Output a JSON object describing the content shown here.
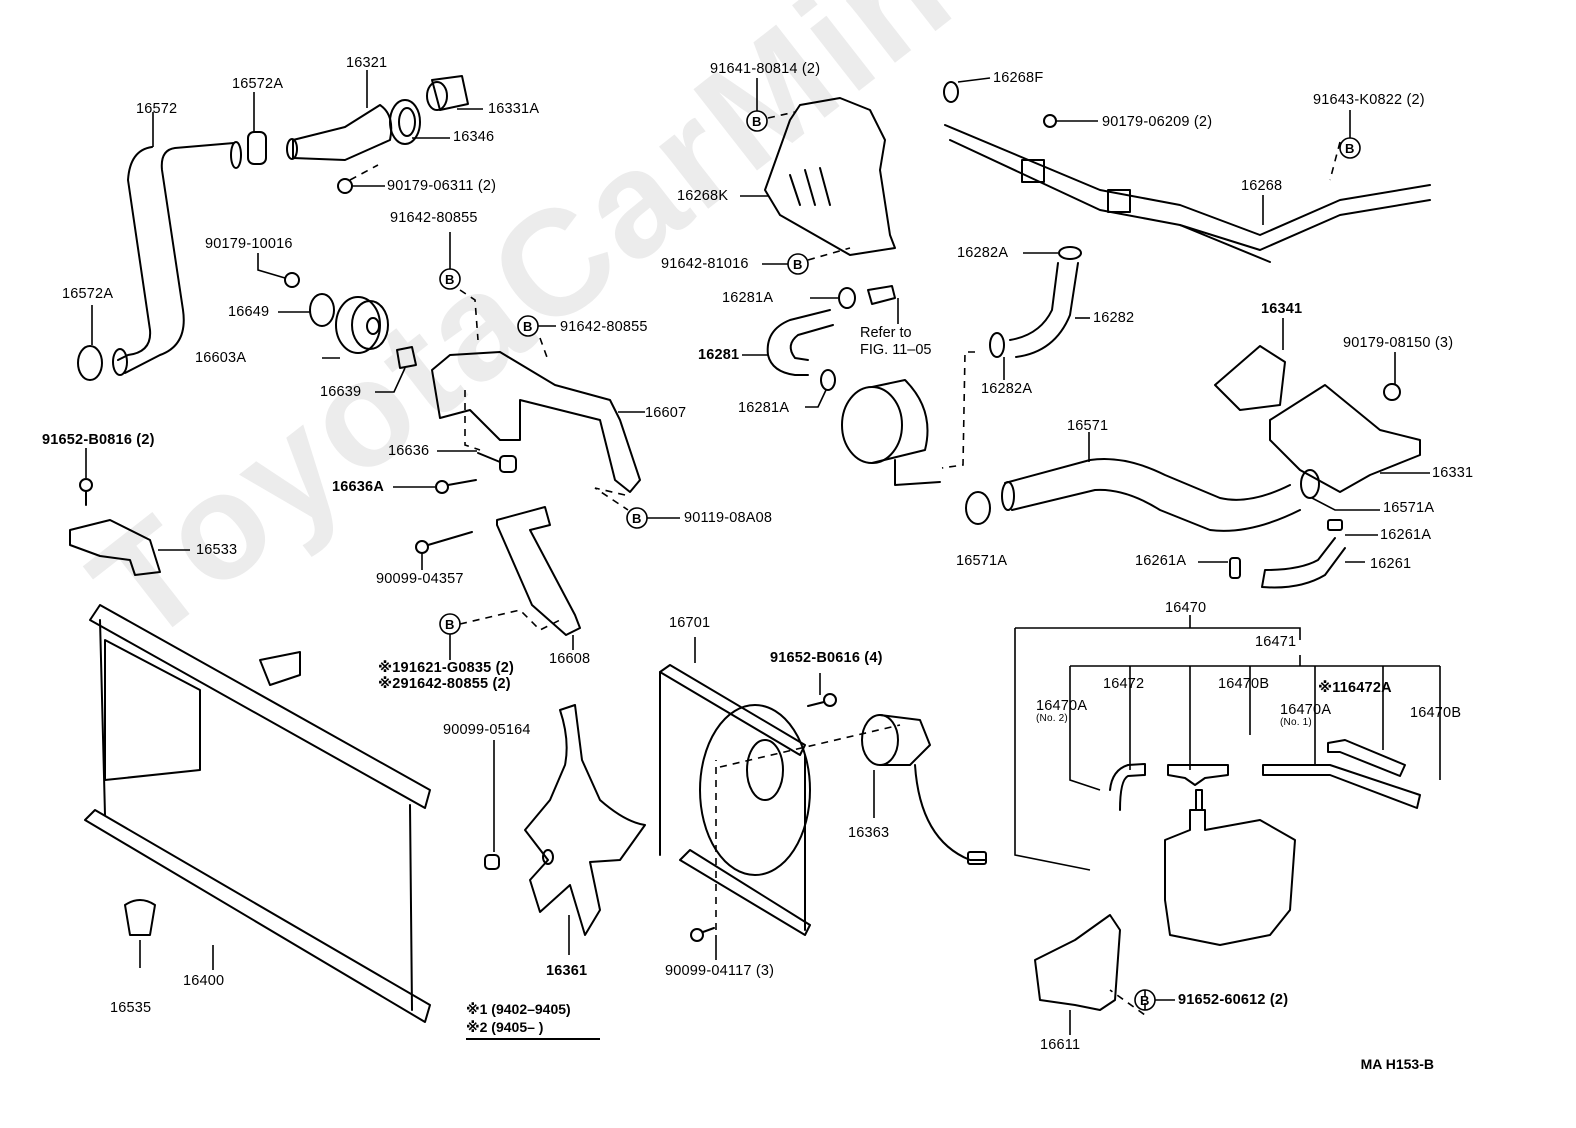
{
  "watermark": "ToyotaCarMine.ru",
  "diagram_code": "MA H153-B",
  "fastener_marker": "B",
  "reference_note": {
    "line1": "Refer to",
    "line2": "FIG. 11–05"
  },
  "legend": [
    {
      "mark": "※1",
      "range": "(9402–9405)"
    },
    {
      "mark": "※2",
      "range": "(9405–        )"
    }
  ],
  "parts": {
    "hose_16572": "16572",
    "clamp_16572a_top": "16572A",
    "clamp_16572a_left": "16572A",
    "water_inlet_16321": "16321",
    "thermostat_16331a": "16331A",
    "gasket_16346": "16346",
    "nut_90179_06311": "90179-06311 (2)",
    "bolt_91642_80855_top": "91642-80855",
    "nut_90179_10016": "90179-10016",
    "plate_16649": "16649",
    "pulley_16603a": "16603A",
    "spacer_16639": "16639",
    "bolt_91642_80855_mid": "91642-80855",
    "bracket_16607": "16607",
    "bolt_16636": "16636",
    "bolt_16636a": "16636A",
    "bolt_90119_08a08": "90119-08A08",
    "bolt_91652_b0816": "91652-B0816 (2)",
    "support_16533": "16533",
    "bolt_90099_04357": "90099-04357",
    "bracket_16608": "16608",
    "alt_bolt_1": "※191621-G0835 (2)",
    "alt_bolt_2": "※291642-80855 (2)",
    "bolt_91641_80814": "91641-80814 (2)",
    "cover_16268k": "16268K",
    "bolt_91642_81016": "91642-81016",
    "clamp_16281a_top": "16281A",
    "hose_16281": "16281",
    "clamp_16281a_bottom": "16281A",
    "gasket_16268f": "16268F",
    "nut_90179_06209": "90179-06209 (2)",
    "bolt_91643_k0822": "91643-K0822 (2)",
    "pipe_16268": "16268",
    "clamp_16282a_top": "16282A",
    "hose_16282": "16282",
    "clamp_16282a_bottom": "16282A",
    "housing_16341": "16341",
    "nut_90179_08150": "90179-08150 (3)",
    "hose_16571": "16571",
    "outlet_16331": "16331",
    "clamp_16571a_right": "16571A",
    "clamp_16571a_left": "16571A",
    "clamp_16261a_right": "16261A",
    "clamp_16261a_left": "16261A",
    "hose_16261": "16261",
    "reservoir_16470": "16470",
    "tank_16471": "16471",
    "hose_16472": "16472",
    "hose_16470a_no2": "16470A",
    "hose_16470a_no2_sub": "(No. 2)",
    "clamp_16470b_mid": "16470B",
    "hose_16472a": "※116472A",
    "hose_16470a_no1": "16470A",
    "hose_16470a_no1_sub": "(No. 1)",
    "clamp_16470b_right": "16470B",
    "shroud_16701": "16701",
    "bolt_91652_b0616": "91652-B0616 (4)",
    "nut_90099_05164": "90099-05164",
    "motor_16363": "16363",
    "radiator_16400": "16400",
    "cushion_16535": "16535",
    "fan_16361": "16361",
    "bolt_90099_04117": "90099-04117 (3)",
    "bracket_16611": "16611",
    "bolt_91652_60612": "91652-60612 (2)"
  }
}
